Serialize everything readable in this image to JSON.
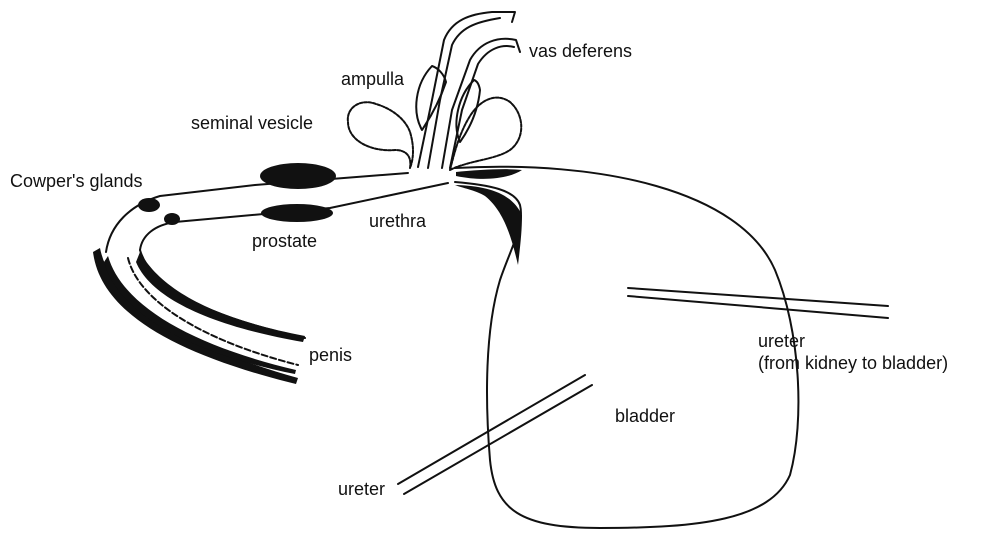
{
  "labels": {
    "vas_deferens": "vas deferens",
    "ampulla": "ampulla",
    "seminal_vesicle": "seminal vesicle",
    "cowpers_glands": "Cowper's glands",
    "prostate": "prostate",
    "urethra": "urethra",
    "penis": "penis",
    "ureter_right_line1": "ureter",
    "ureter_right_line2": "(from kidney to bladder)",
    "bladder": "bladder",
    "ureter_left": "ureter"
  },
  "colors": {
    "ink": "#111111",
    "background": "#ffffff"
  }
}
